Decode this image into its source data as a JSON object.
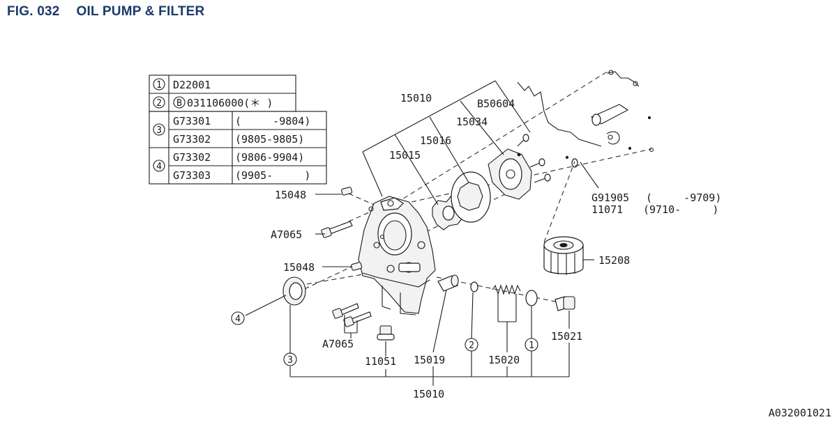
{
  "figure": {
    "fig_label": "FIG. 032",
    "title": "OIL PUMP & FILTER",
    "code": "A032001021"
  },
  "table": {
    "rows": [
      {
        "marker": "1",
        "part": "D22001",
        "range": ""
      },
      {
        "marker": "2",
        "part": "031106000(＊ )",
        "prefix": "B",
        "range": ""
      },
      {
        "marker": "3",
        "part": "G73301",
        "range": "(     -9804)"
      },
      {
        "marker": "",
        "part": "G73302",
        "range": "(9805-9805)"
      },
      {
        "marker": "4",
        "part": "G73302",
        "range": "(9806-9904)"
      },
      {
        "marker": "",
        "part": "G73303",
        "range": "(9905-     )"
      }
    ]
  },
  "labels": {
    "p15010_top": "15010",
    "b50604": "B50604",
    "p15034": "15034",
    "p15016": "15016",
    "p15015": "15015",
    "p15048_top": "15048",
    "a7065_top": "A7065",
    "p15048_mid": "15048",
    "g91905": "G91905",
    "g91905_range": "(     -9709)",
    "p11071": "11071",
    "p11071_range": "(9710-     )",
    "p15208": "15208",
    "c4": "4",
    "a7065_bot": "A7065",
    "p11051": "11051",
    "p15019": "15019",
    "c2": "2",
    "p15020": "15020",
    "c1": "1",
    "p15021": "15021",
    "c3": "3",
    "p15010_bot": "15010"
  }
}
